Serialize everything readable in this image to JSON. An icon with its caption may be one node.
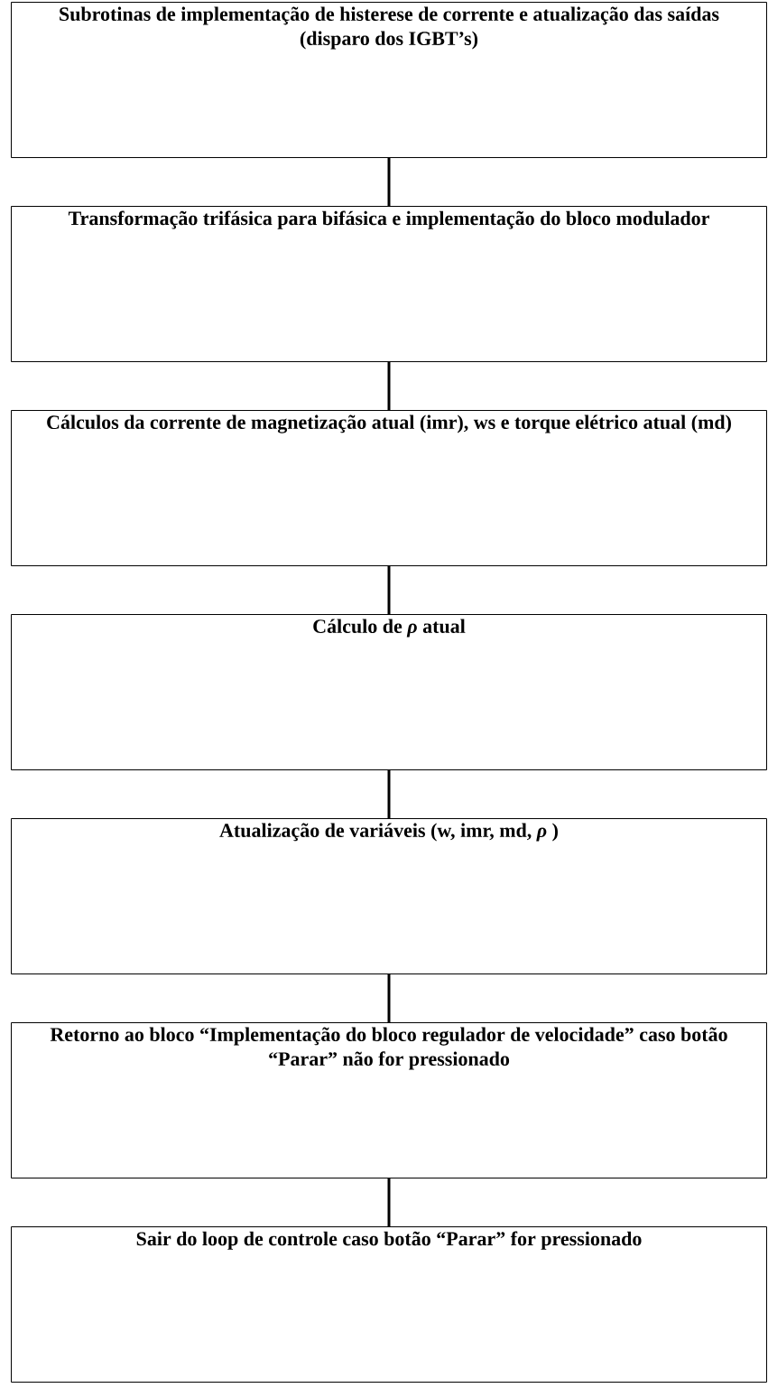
{
  "diagram": {
    "nodes": [
      {
        "text": [
          "Subrotinas de implementação de histerese de corrente e atualização das saídas (disparo dos IGBT’s)"
        ]
      },
      {
        "text": [
          "Transformação trifásica para bifásica e implementação do bloco modulador"
        ]
      },
      {
        "text": [
          "Cálculos da corrente de magnetização atual (imr), ws e torque elétrico atual (md)"
        ]
      },
      {
        "text": [
          "Cálculo de *ρ* atual"
        ]
      },
      {
        "text": [
          "Atualização de variáveis (w, imr, md, *ρ* )"
        ]
      },
      {
        "text": [
          "Retorno ao bloco “Implementação do bloco regulador de velocidade” caso botão “Parar” não for pressionado"
        ]
      },
      {
        "text": [
          "Sair do loop de controle caso botão “Parar” for pressionado"
        ]
      }
    ],
    "edges": [
      {
        "from": 0,
        "to": 1,
        "arrow": "none"
      },
      {
        "from": 1,
        "to": 2,
        "arrow": "none"
      },
      {
        "from": 2,
        "to": 3,
        "arrow": "none"
      },
      {
        "from": 3,
        "to": 4,
        "arrow": "none"
      },
      {
        "from": 4,
        "to": 5,
        "arrow": "none"
      },
      {
        "from": 5,
        "to": 6,
        "arrow": "none"
      }
    ]
  }
}
